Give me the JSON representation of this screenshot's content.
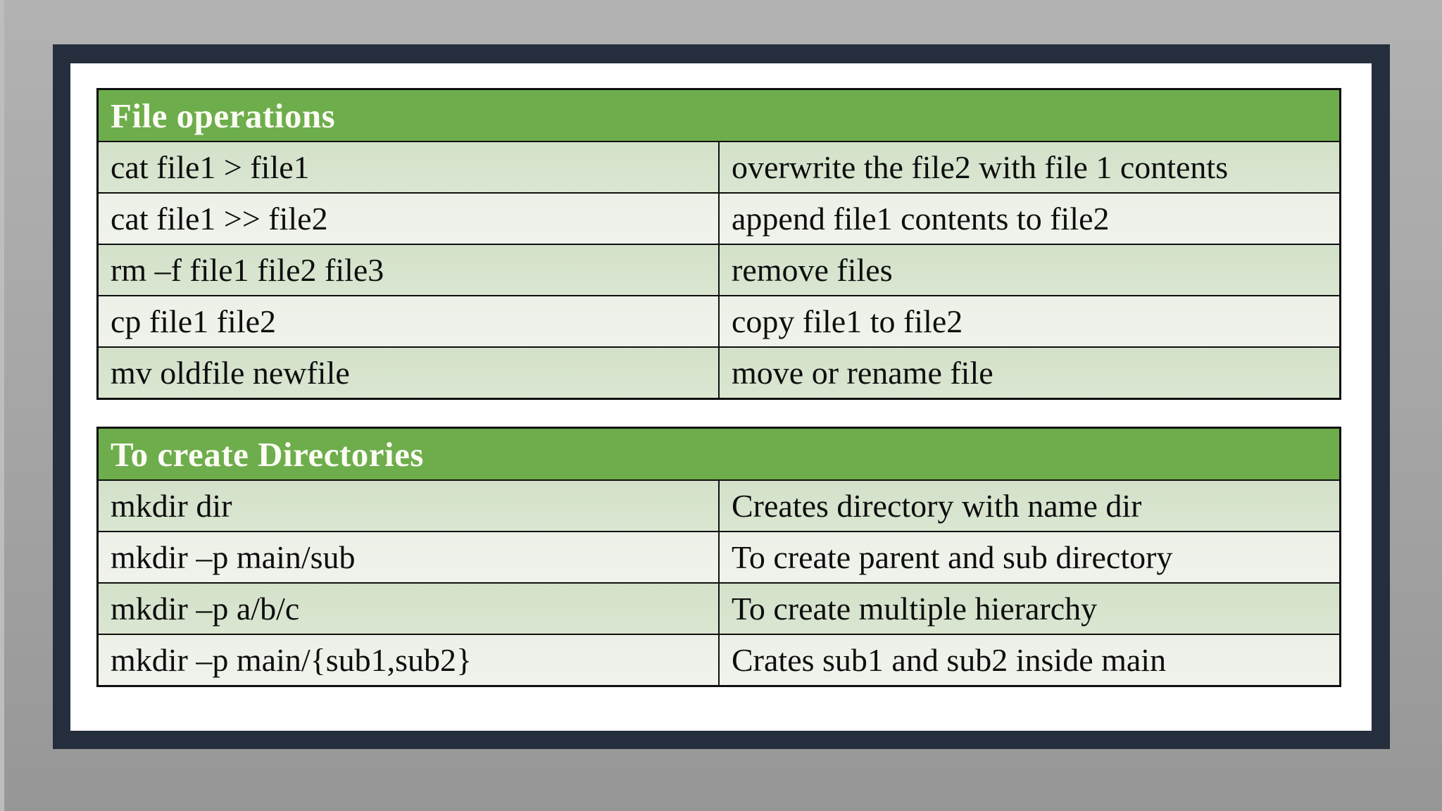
{
  "slide": {
    "colors": {
      "header_green": "#6ead4c",
      "row_green_dark": "#d7e3cd",
      "row_green_light": "#eef1e9",
      "frame_navy": "#242e3c",
      "background_gray": "#a7a7a7",
      "border_black": "#0f0f0f",
      "header_text": "#ffffff",
      "body_text": "#0e0e0e"
    }
  },
  "tables": [
    {
      "title": "File operations",
      "rows": [
        {
          "command": "cat file1 > file1",
          "description": "overwrite the file2 with file 1 contents"
        },
        {
          "command": "cat file1 >> file2",
          "description": "append file1 contents to file2"
        },
        {
          "command": "rm –f file1 file2 file3",
          "description": "remove files"
        },
        {
          "command": "cp file1 file2",
          "description": "copy file1 to file2"
        },
        {
          "command": "mv oldfile newfile",
          "description": "move or rename file"
        }
      ]
    },
    {
      "title": "To create Directories",
      "rows": [
        {
          "command": "mkdir dir",
          "description": "Creates directory with name dir"
        },
        {
          "command": "mkdir –p main/sub",
          "description": "To create parent and sub directory"
        },
        {
          "command": "mkdir –p a/b/c",
          "description": "To create multiple hierarchy"
        },
        {
          "command": "mkdir –p main/{sub1,sub2}",
          "description": "Crates sub1 and sub2 inside main"
        }
      ]
    }
  ]
}
